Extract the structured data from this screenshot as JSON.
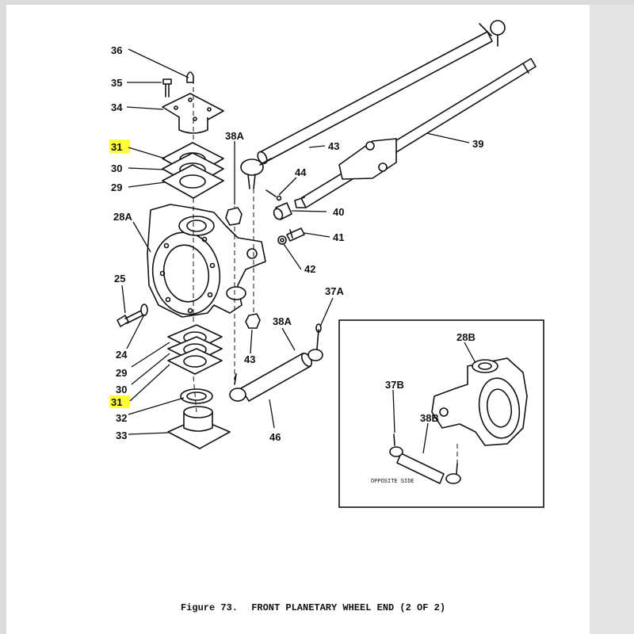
{
  "figure": {
    "number": "Figure 73.",
    "title": "FRONT PLANETARY WHEEL END (2 OF 2)"
  },
  "callouts": {
    "c36": "36",
    "c35": "35",
    "c34": "34",
    "c31_top": "31",
    "c30_top": "30",
    "c29_top": "29",
    "c28a": "28A",
    "c25": "25",
    "c24": "24",
    "c29_bot": "29",
    "c30_bot": "30",
    "c31_bot": "31",
    "c32": "32",
    "c33": "33",
    "c38a_top": "38A",
    "c44": "44",
    "c40": "40",
    "c41": "41",
    "c42": "42",
    "c43_top": "43",
    "c43_bot": "43",
    "c39": "39",
    "c37a": "37A",
    "c38a_mid": "38A",
    "c46": "46",
    "c28b": "28B",
    "c37b": "37B",
    "c38b": "38B"
  },
  "inset": {
    "note": "OPPOSITE SIDE"
  },
  "highlight_color": "#ffff33"
}
